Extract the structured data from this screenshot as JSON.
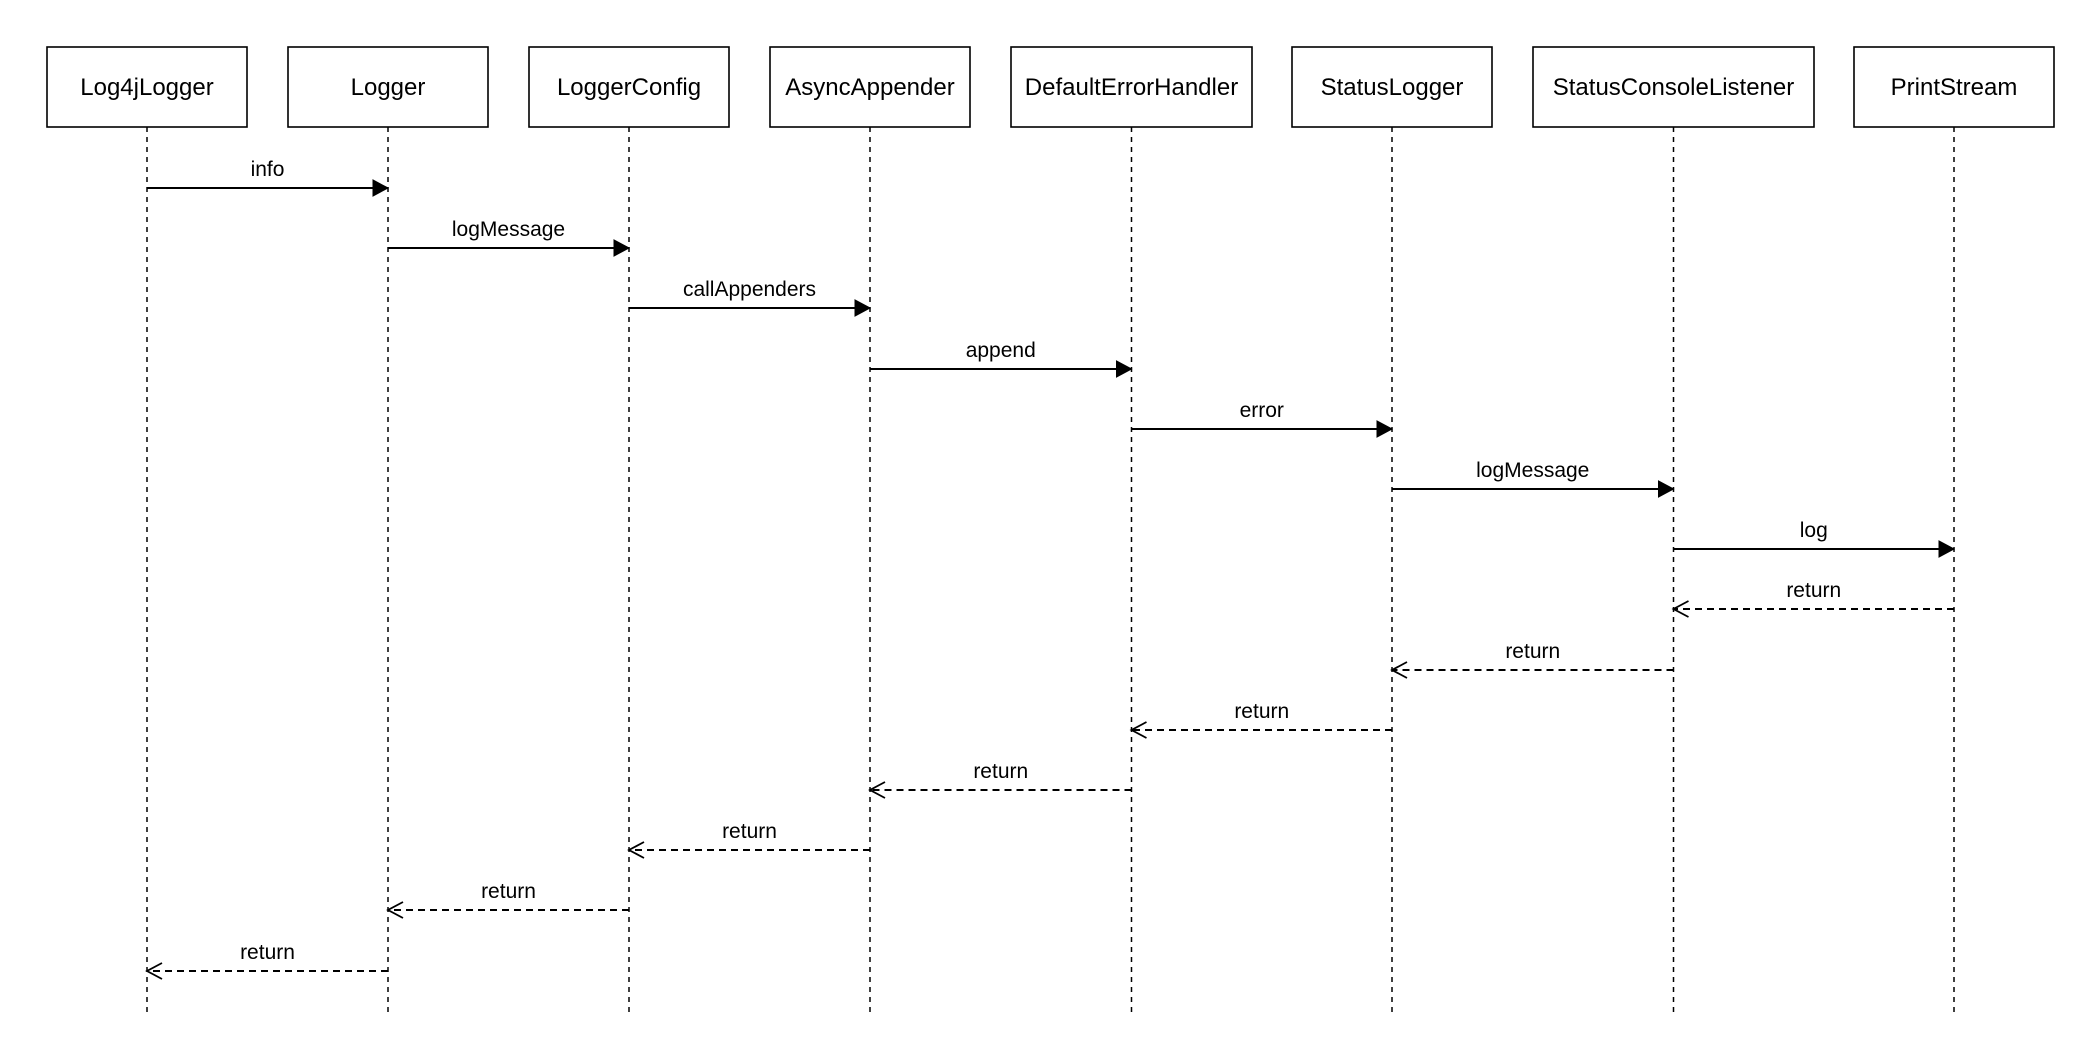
{
  "participants": [
    {
      "id": "log4jlogger",
      "label": "Log4jLogger"
    },
    {
      "id": "logger",
      "label": "Logger"
    },
    {
      "id": "loggerconfig",
      "label": "LoggerConfig"
    },
    {
      "id": "asyncappender",
      "label": "AsyncAppender"
    },
    {
      "id": "defaulterrorhandler",
      "label": "DefaultErrorHandler"
    },
    {
      "id": "statuslogger",
      "label": "StatusLogger"
    },
    {
      "id": "statusconsolelistener",
      "label": "StatusConsoleListener"
    },
    {
      "id": "printstream",
      "label": "PrintStream"
    }
  ],
  "messages": [
    {
      "from": 0,
      "to": 1,
      "label": "info",
      "type": "sync"
    },
    {
      "from": 1,
      "to": 2,
      "label": "logMessage",
      "type": "sync"
    },
    {
      "from": 2,
      "to": 3,
      "label": "callAppenders",
      "type": "sync"
    },
    {
      "from": 3,
      "to": 4,
      "label": "append",
      "type": "sync"
    },
    {
      "from": 4,
      "to": 5,
      "label": "error",
      "type": "sync"
    },
    {
      "from": 5,
      "to": 6,
      "label": "logMessage",
      "type": "sync"
    },
    {
      "from": 6,
      "to": 7,
      "label": "log",
      "type": "sync"
    },
    {
      "from": 7,
      "to": 6,
      "label": "return",
      "type": "return"
    },
    {
      "from": 6,
      "to": 5,
      "label": "return",
      "type": "return"
    },
    {
      "from": 5,
      "to": 4,
      "label": "return",
      "type": "return"
    },
    {
      "from": 4,
      "to": 3,
      "label": "return",
      "type": "return"
    },
    {
      "from": 3,
      "to": 2,
      "label": "return",
      "type": "return"
    },
    {
      "from": 2,
      "to": 1,
      "label": "return",
      "type": "return"
    },
    {
      "from": 1,
      "to": 0,
      "label": "return",
      "type": "return"
    }
  ]
}
